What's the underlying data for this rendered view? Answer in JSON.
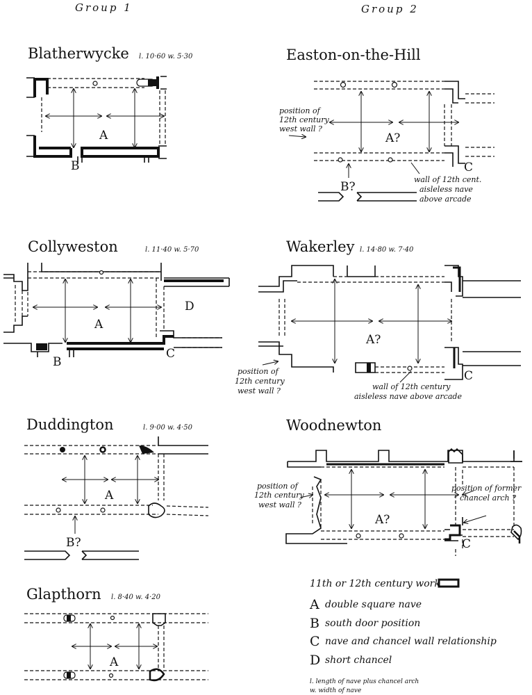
{
  "groups": {
    "g1": "Group 1",
    "g2": "Group 2"
  },
  "churches": {
    "blatherwycke": {
      "name": "Blatherwycke",
      "dims": "l. 10·60  w. 5·30"
    },
    "collyweston": {
      "name": "Collyweston",
      "dims": "l. 11·40  w. 5·70"
    },
    "duddington": {
      "name": "Duddington",
      "dims": "l. 9·00  w. 4·50"
    },
    "glapthorn": {
      "name": "Glapthorn",
      "dims": "l. 8·40  w. 4·20"
    },
    "easton": {
      "name": "Easton-on-the-Hill",
      "dims": ""
    },
    "wakerley": {
      "name": "Wakerley",
      "dims": "l. 14·80  w. 7·40"
    },
    "woodnewton": {
      "name": "Woodnewton",
      "dims": ""
    }
  },
  "labels": {
    "A": "A",
    "A_q": "A?",
    "B": "B",
    "B_q": "B?",
    "C": "C",
    "D": "D"
  },
  "notes": {
    "pos_line1": "position of",
    "pos_line2": "12th century",
    "pos_line3": "west wall ?",
    "easton_wall_1": "wall of 12th cent.",
    "easton_wall_2": "aisleless nave",
    "easton_wall_3": "above arcade",
    "wak_wall_1": "wall of 12th century",
    "wak_wall_2": "aisleless nave above arcade",
    "former_1": "position of former",
    "former_2": "chancel arch ?"
  },
  "legend": {
    "swatch_label": "11th or 12th century work",
    "items": [
      {
        "key": "A",
        "text": "double square nave"
      },
      {
        "key": "B",
        "text": "south door position"
      },
      {
        "key": "C",
        "text": "nave and chancel wall relationship"
      },
      {
        "key": "D",
        "text": "short chancel"
      }
    ],
    "abbr_l": "l. length of nave plus chancel arch",
    "abbr_w": "w. width of nave"
  },
  "colors": {
    "ink": "#111111",
    "paper": "#ffffff"
  }
}
